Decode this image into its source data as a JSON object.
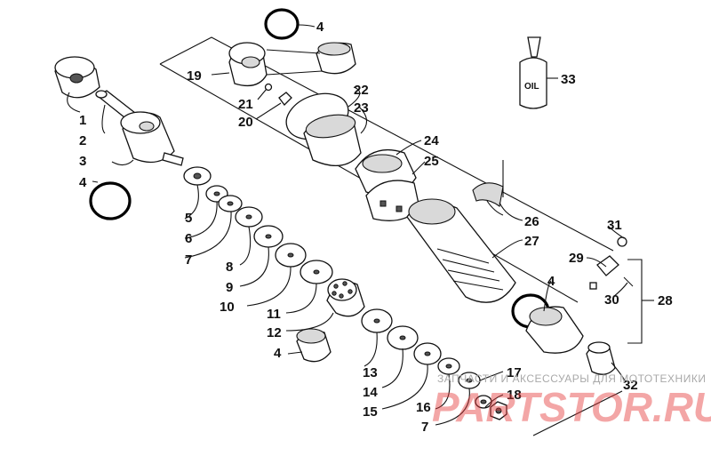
{
  "callouts": {
    "c1": "1",
    "c2": "2",
    "c3": "3",
    "c4a": "4",
    "c4b": "4",
    "c4c": "4",
    "c4d": "4",
    "c5": "5",
    "c6": "6",
    "c7a": "7",
    "c7b": "7",
    "c8": "8",
    "c9": "9",
    "c10": "10",
    "c11": "11",
    "c12": "12",
    "c13": "13",
    "c14": "14",
    "c15": "15",
    "c16": "16",
    "c17": "17",
    "c18": "18",
    "c19": "19",
    "c20": "20",
    "c21": "21",
    "c22": "22",
    "c23": "23",
    "c24": "24",
    "c25": "25",
    "c26": "26",
    "c27": "27",
    "c28": "28",
    "c29": "29",
    "c30": "30",
    "c31": "31",
    "c32": "32",
    "c33": "33"
  },
  "oil_bottle": {
    "label": "OIL"
  },
  "watermark": {
    "tagline": "ЗАПЧАСТИ И АКСЕССУАРЫ ДЛЯ МОТОТЕХНИКИ",
    "logo": "PARTSTOR.RU"
  },
  "colors": {
    "line": "#111111",
    "watermark_red": "#e63b3b",
    "watermark_gray": "#a9a9a9"
  }
}
